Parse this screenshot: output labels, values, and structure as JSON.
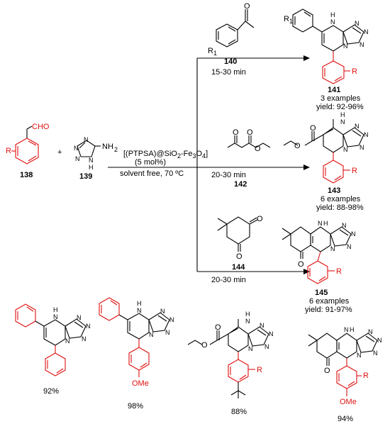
{
  "reactants": {
    "aldehyde": {
      "id": "138",
      "r_label": "R",
      "cho_label": "CHO"
    },
    "aminotetrazole": {
      "id": "139",
      "nh2_label": "NH",
      "nh2_sub": "2",
      "nh_label": "N",
      "nh_h": "H",
      "n_label": "N"
    },
    "plus_sign": "+"
  },
  "conditions": {
    "catalyst_line_prefix": "[(PTPSA)@SiO",
    "catalyst_sub1": "2",
    "catalyst_mid": "-Fe",
    "catalyst_sub2": "3",
    "catalyst_mid2": "O",
    "catalyst_sub3": "4",
    "catalyst_suffix": "]",
    "loading": "(5 mol%)",
    "solvent_temp": "solvent free, 70 ºC"
  },
  "branches": [
    {
      "reagent_id": "140",
      "reagent_r": "R",
      "reagent_r_sub": "1",
      "time": "15-30 min",
      "product_id": "141",
      "product_r1": "R",
      "product_r1_sub": "1",
      "product_r": "R",
      "examples": "3 examples",
      "yield": "yield: 92-96%"
    },
    {
      "reagent_id": "142",
      "time": "20-30 min",
      "product_id": "143",
      "product_r": "R",
      "examples": "6 examples",
      "yield": "yield: 88-98%"
    },
    {
      "reagent_id": "144",
      "time": "20-30 min",
      "product_id": "145",
      "product_r": "R",
      "examples": "6 examples",
      "yield": "yield: 91-97%"
    }
  ],
  "atom_labels": {
    "n": "N",
    "h": "H",
    "nh": "N",
    "o": "O",
    "ome": "OMe"
  },
  "examples_row": [
    {
      "yield": "92%"
    },
    {
      "yield": "98%",
      "substituent": "OMe"
    },
    {
      "yield": "88%",
      "substituent": "R"
    },
    {
      "yield": "94%",
      "substituent": "OMe",
      "r": "R"
    }
  ]
}
